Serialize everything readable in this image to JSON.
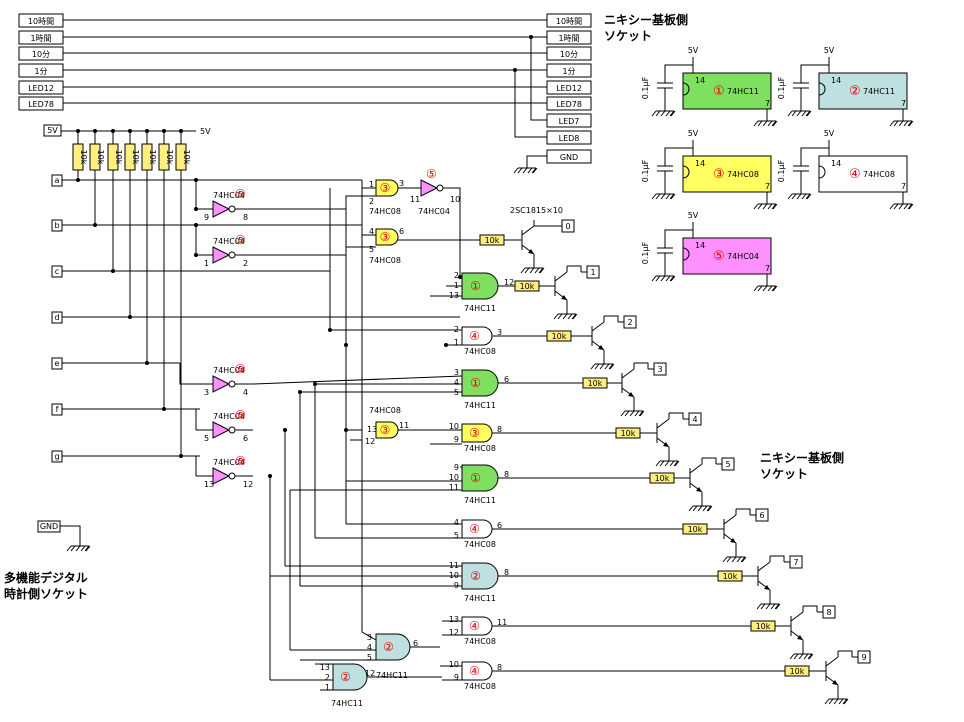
{
  "socket_left_top": [
    "10時間",
    "1時間",
    "10分",
    "1分",
    "LED12",
    "LED78"
  ],
  "socket_right_top": [
    "10時間",
    "1時間",
    "10分",
    "1分",
    "LED12",
    "LED78",
    "LED7",
    "LED8",
    "GND"
  ],
  "nixie_title_1": "ニキシー基板側",
  "nixie_title_1b": "ソケット",
  "nixie_title_2": "ニキシー基板側",
  "nixie_title_2b": "ソケット",
  "clock_title_1": "多機能デジタル",
  "clock_title_2": "時計側ソケット",
  "power": "5V",
  "gnd": "GND",
  "resistor_pullup": "10k",
  "inputs": [
    "a",
    "b",
    "c",
    "d",
    "e",
    "f",
    "g"
  ],
  "transistor": "2SC1815×10",
  "resistor_base": "10k",
  "outputs": [
    "0",
    "1",
    "2",
    "3",
    "4",
    "5",
    "6",
    "7",
    "8",
    "9"
  ],
  "ic_parts": {
    "hc11": "74HC11",
    "hc08": "74HC08",
    "hc04": "74HC04"
  },
  "unit_numbers": [
    "①",
    "②",
    "③",
    "④",
    "⑤"
  ],
  "cap": "0.1μF",
  "vcc_pin": "14",
  "gnd_pin": "7",
  "colors": {
    "hc11_1": "#7fe060",
    "hc11_2": "#bfe0e0",
    "hc08_3": "#ffff60",
    "hc08_4": "#ffffff",
    "hc04_5": "#ff90ff",
    "resistor": "#ffef80",
    "unit_number": "#e00000"
  }
}
